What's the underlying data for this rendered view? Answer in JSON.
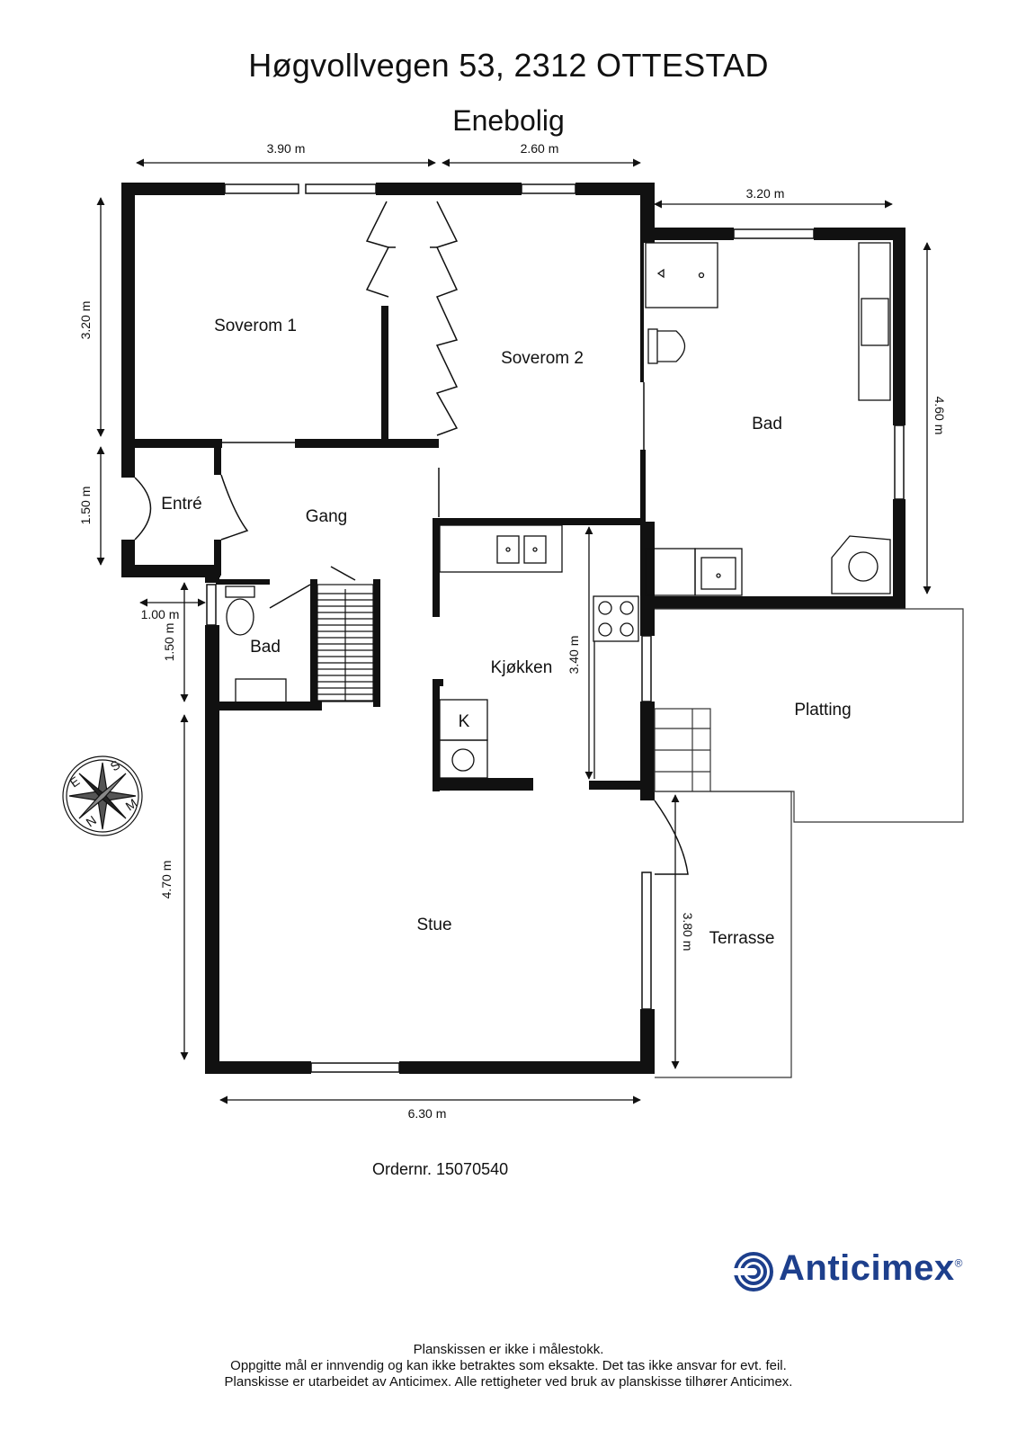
{
  "header": {
    "address": "Høgvollvegen 53, 2312 OTTESTAD",
    "type": "Enebolig"
  },
  "rooms": {
    "soverom1": "Soverom 1",
    "soverom2": "Soverom 2",
    "bad_upper": "Bad",
    "entre": "Entré",
    "gang": "Gang",
    "bad_small": "Bad",
    "kjokken": "Kjøkken",
    "k_label": "K",
    "platting": "Platting",
    "stue": "Stue",
    "terrasse": "Terrasse"
  },
  "dimensions": {
    "top_left": "3.90 m",
    "top_mid": "2.60 m",
    "top_right": "3.20 m",
    "left_upper": "3.20 m",
    "left_entre": "1.50 m",
    "small_w": "1.00 m",
    "small_h": "1.50 m",
    "stue_h": "4.70 m",
    "kitchen_h": "3.40 m",
    "bad_h": "4.60 m",
    "terrasse_h": "3.80 m",
    "bottom": "6.30 m"
  },
  "compass": [
    "S",
    "E",
    "N",
    "M"
  ],
  "order": "Ordernr. 15070540",
  "brand": "Anticimex",
  "brand_mark": "®",
  "footer": [
    "Planskissen er ikke i målestokk.",
    "Oppgitte mål er innvendig og kan ikke betraktes som eksakte. Det tas ikke ansvar for evt. feil.",
    "Planskisse er utarbeidet av Anticimex. Alle rettigheter ved bruk av planskisse tilhører Anticimex."
  ],
  "colors": {
    "wall": "#111111",
    "brand": "#1d3f8c"
  }
}
